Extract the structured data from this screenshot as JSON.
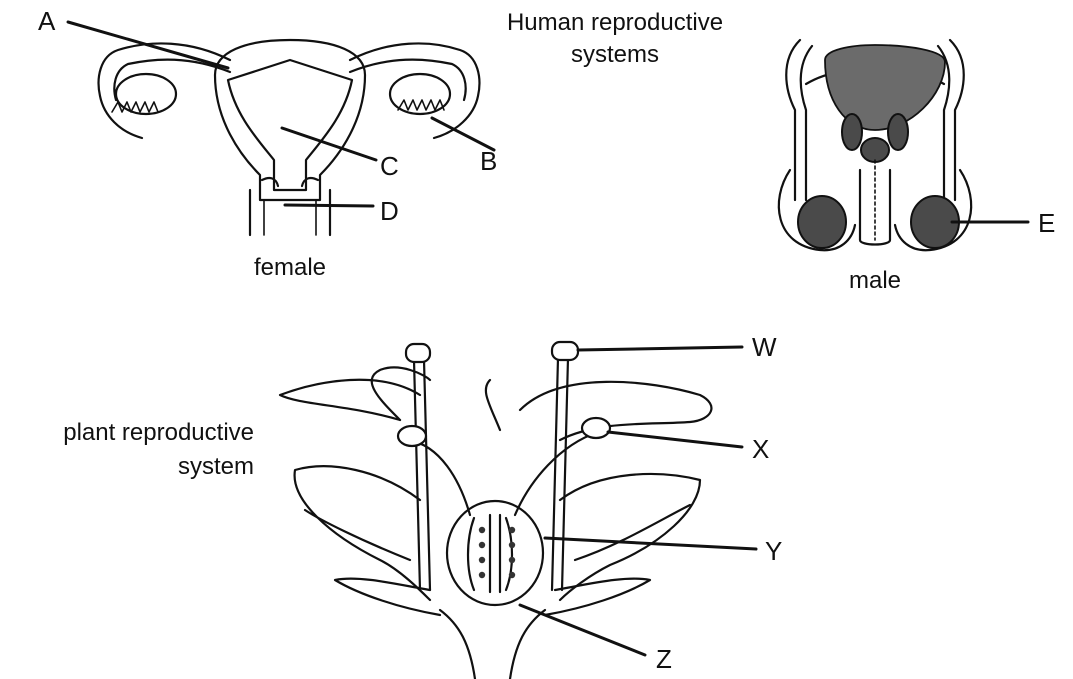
{
  "title": "Human reproductive systems",
  "captions": {
    "female": "female",
    "male": "male",
    "plant": "plant reproductive system"
  },
  "labels": {
    "A": "A",
    "B": "B",
    "C": "C",
    "D": "D",
    "E": "E",
    "W": "W",
    "X": "X",
    "Y": "Y",
    "Z": "Z"
  }
}
